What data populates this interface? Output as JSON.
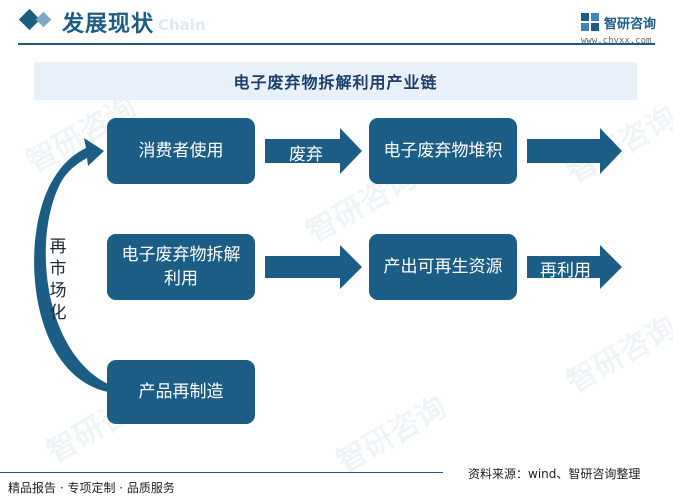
{
  "header": {
    "title": "发展现状",
    "watermark": "Chain",
    "brand_name": "智研咨询",
    "brand_url": "www.chyxx.com"
  },
  "diagram": {
    "title": "电子废弃物拆解利用产业链",
    "nodes": {
      "consumer_use": "消费者使用",
      "waste_pile": "电子废弃物堆积",
      "dismantle_use": "电子废弃物拆解利用",
      "renewable_output": "产出可再生资源",
      "remanufacture": "产品再制造"
    },
    "edge_labels": {
      "discard": "废弃",
      "reuse": "再利用",
      "remarketing": "再市场化"
    },
    "watermark_text": "智研咨询"
  },
  "footer": {
    "left": "精品报告 · 专项定制 · 品质服务",
    "source": "资料来源：wind、智研咨询整理"
  },
  "colors": {
    "primary": "#1c5d86",
    "band": "#e8f1f9"
  }
}
